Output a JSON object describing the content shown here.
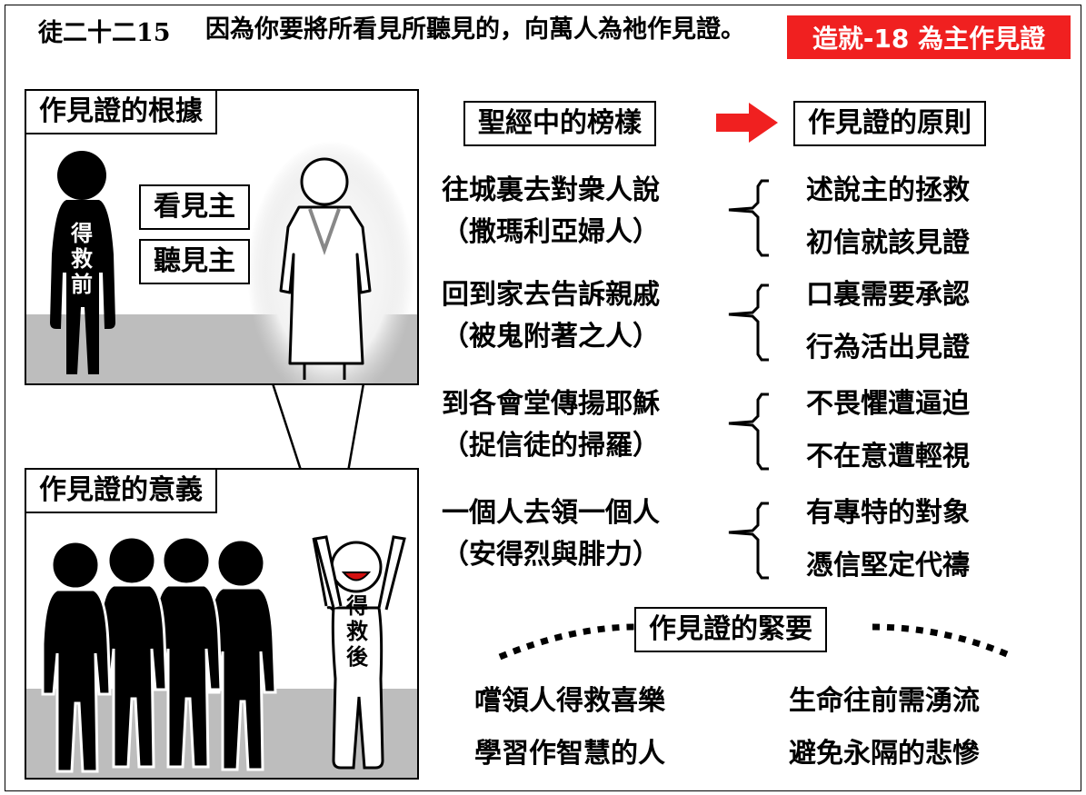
{
  "header": {
    "verse_ref": "徒二十二15",
    "verse_text": "因為你要將所看見所聽見的，向萬人為祂作見證。",
    "lesson_title": "造就-18 為主作見證"
  },
  "left_top": {
    "label": "作見證的根據",
    "saw_lord": "看見主",
    "heard_lord": "聽見主",
    "before_saved": "得救前"
  },
  "left_bottom": {
    "label": "作見證的意義",
    "after_saved": "得救後"
  },
  "right": {
    "examples_heading": "聖經中的榜樣",
    "principles_heading": "作見證的原則",
    "rows": [
      {
        "example": "往城裏去對衆人說",
        "who": "（撒瑪利亞婦人）",
        "principles": [
          "述說主的拯救",
          "初信就該見證"
        ]
      },
      {
        "example": "回到家去告訴親戚",
        "who": "（被鬼附著之人）",
        "principles": [
          "口裏需要承認",
          "行為活出見證"
        ]
      },
      {
        "example": "到各會堂傳揚耶穌",
        "who": "（捉信徒的掃羅）",
        "principles": [
          "不畏懼遭逼迫",
          "不在意遭輕視"
        ]
      },
      {
        "example": "一個人去領一個人",
        "who": "（安得烈與腓力）",
        "principles": [
          "有專特的對象",
          "憑信堅定代禱"
        ]
      }
    ],
    "urgency_heading": "作見證的緊要",
    "urgency": [
      "嚐領人得救喜樂",
      "生命往前需湧流",
      "學習作智慧的人",
      "避免永隔的悲慘"
    ]
  },
  "colors": {
    "accent": "#f02020",
    "floor": "#bdbdbd",
    "ink": "#000000"
  }
}
